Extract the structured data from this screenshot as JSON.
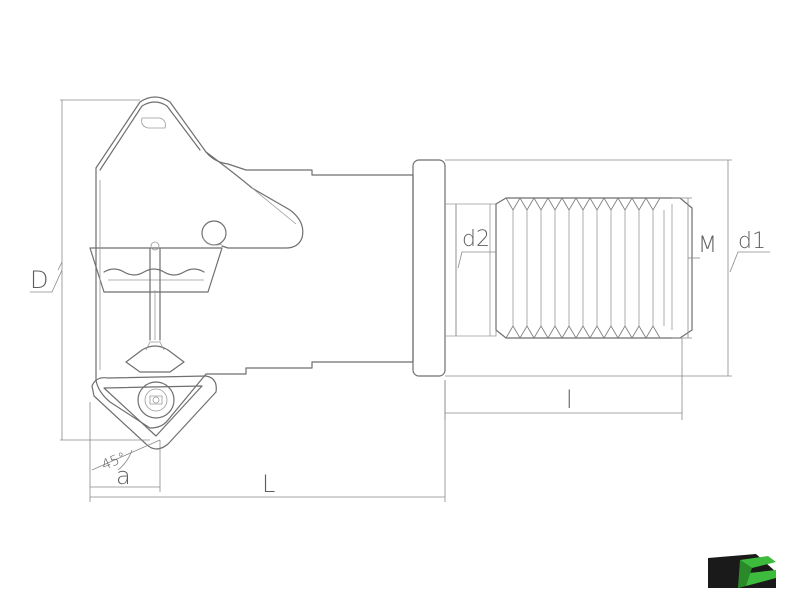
{
  "labels": {
    "D": "D",
    "d2": "d2",
    "M": "M",
    "d1": "d1",
    "l": "l",
    "a": "a",
    "L": "L",
    "angle": "45°"
  },
  "colors": {
    "line": "#6f6f6f",
    "dimension": "#8a8a8a",
    "text": "#5e5e5e",
    "logo_dark": "#1a1a1a",
    "logo_green": "#3dbb3d"
  },
  "icons": {
    "logo": "insert-logo-icon"
  }
}
